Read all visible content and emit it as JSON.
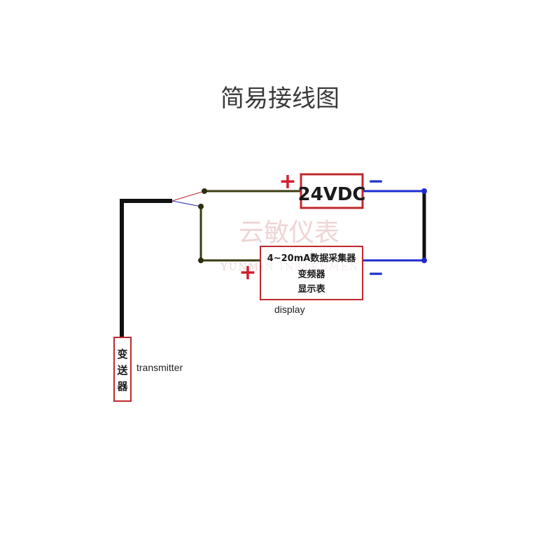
{
  "title": "简易接线图",
  "watermark": {
    "main": "云敏仪表",
    "sub": "YUNMIN INSTRUMENT"
  },
  "power_supply": {
    "label": "24VDC",
    "plus": "+",
    "minus": "−"
  },
  "display_unit": {
    "line1": "4~20mA数据采集器",
    "line2": "变频器",
    "line3": "显示表",
    "caption": "display",
    "plus": "+",
    "minus": "−"
  },
  "transmitter": {
    "chars": [
      "变",
      "送",
      "器"
    ],
    "caption": "transmitter"
  },
  "colors": {
    "box_border": "#c0282d",
    "plus_sign": "#d02030",
    "minus_sign": "#1f35c8",
    "positive_wire": "#3b3b14",
    "negative_wire": "#1d2bd0",
    "cable": "#111111"
  }
}
